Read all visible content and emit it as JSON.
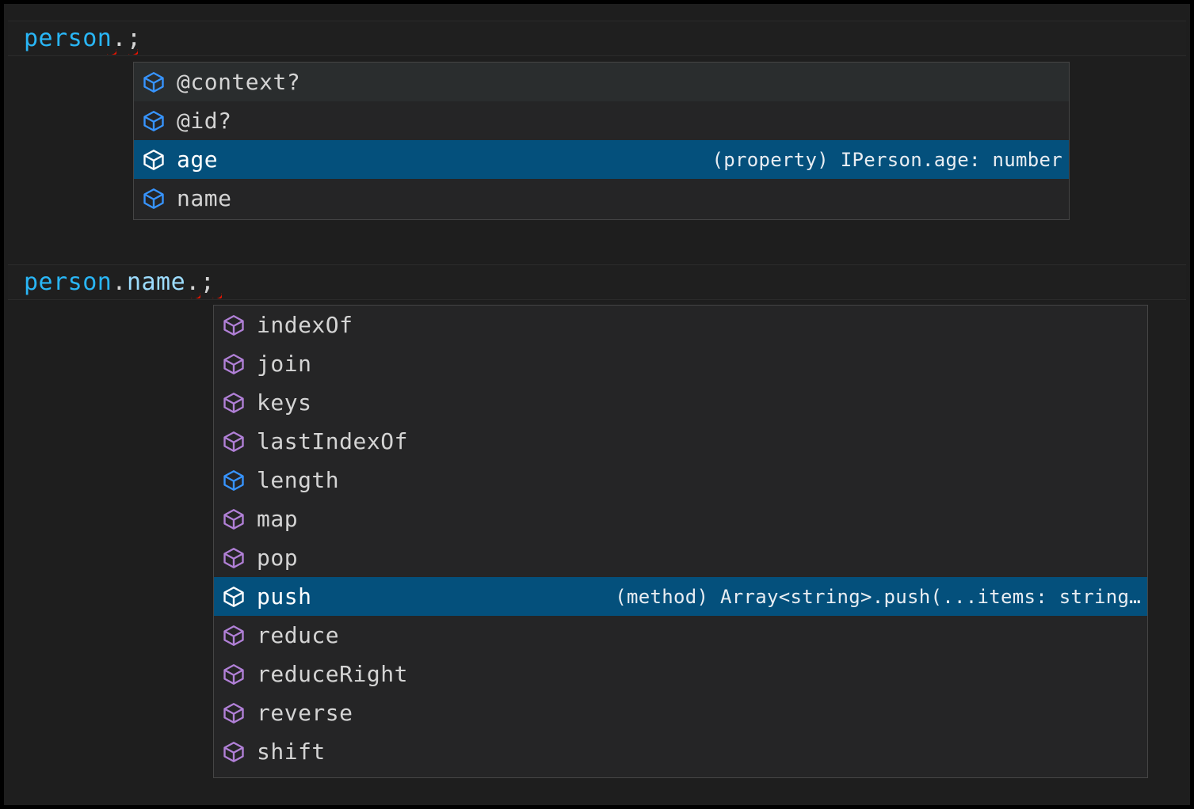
{
  "editor": {
    "background_color": "#1e1e1e",
    "line_highlight_color": "#1f1f1f",
    "variable_color": "#29b6f6",
    "property_color": "#9cdcfe",
    "punctuation_color": "#d4d4d4",
    "error_squiggle_color": "#e51400",
    "lines": [
      {
        "variable": "person",
        "dot1": ".",
        "property": "",
        "dot2": "",
        "semicolon": ";"
      },
      {
        "variable": "person",
        "dot1": ".",
        "property": "name",
        "dot2": ".",
        "semicolon": ";"
      }
    ]
  },
  "suggest_widgets": [
    {
      "name": "person-member-suggestions",
      "selection_color": "#04507c",
      "hover_color": "#2a2d2e",
      "items": [
        {
          "label": "@context?",
          "icon": "property-cube-icon",
          "icon_color": "#3794ff",
          "detail": "",
          "state": "hover"
        },
        {
          "label": "@id?",
          "icon": "property-cube-icon",
          "icon_color": "#3794ff",
          "detail": "",
          "state": "normal"
        },
        {
          "label": "age",
          "icon": "property-cube-icon",
          "icon_color": "#ffffff",
          "detail": "(property) IPerson.age: number",
          "state": "selected"
        },
        {
          "label": "name",
          "icon": "property-cube-icon",
          "icon_color": "#3794ff",
          "detail": "",
          "state": "normal"
        }
      ]
    },
    {
      "name": "string-array-member-suggestions",
      "selection_color": "#04507c",
      "hover_color": "#2a2d2e",
      "items": [
        {
          "label": "indexOf",
          "icon": "method-cube-icon",
          "icon_color": "#b180d7",
          "detail": "",
          "state": "normal"
        },
        {
          "label": "join",
          "icon": "method-cube-icon",
          "icon_color": "#b180d7",
          "detail": "",
          "state": "normal"
        },
        {
          "label": "keys",
          "icon": "method-cube-icon",
          "icon_color": "#b180d7",
          "detail": "",
          "state": "normal"
        },
        {
          "label": "lastIndexOf",
          "icon": "method-cube-icon",
          "icon_color": "#b180d7",
          "detail": "",
          "state": "normal"
        },
        {
          "label": "length",
          "icon": "property-cube-icon",
          "icon_color": "#3794ff",
          "detail": "",
          "state": "normal"
        },
        {
          "label": "map",
          "icon": "method-cube-icon",
          "icon_color": "#b180d7",
          "detail": "",
          "state": "normal"
        },
        {
          "label": "pop",
          "icon": "method-cube-icon",
          "icon_color": "#b180d7",
          "detail": "",
          "state": "normal"
        },
        {
          "label": "push",
          "icon": "method-cube-icon",
          "icon_color": "#ffffff",
          "detail": "(method) Array<string>.push(...items: string…",
          "state": "selected"
        },
        {
          "label": "reduce",
          "icon": "method-cube-icon",
          "icon_color": "#b180d7",
          "detail": "",
          "state": "normal"
        },
        {
          "label": "reduceRight",
          "icon": "method-cube-icon",
          "icon_color": "#b180d7",
          "detail": "",
          "state": "normal"
        },
        {
          "label": "reverse",
          "icon": "method-cube-icon",
          "icon_color": "#b180d7",
          "detail": "",
          "state": "normal"
        },
        {
          "label": "shift",
          "icon": "method-cube-icon",
          "icon_color": "#b180d7",
          "detail": "",
          "state": "normal"
        }
      ]
    }
  ]
}
